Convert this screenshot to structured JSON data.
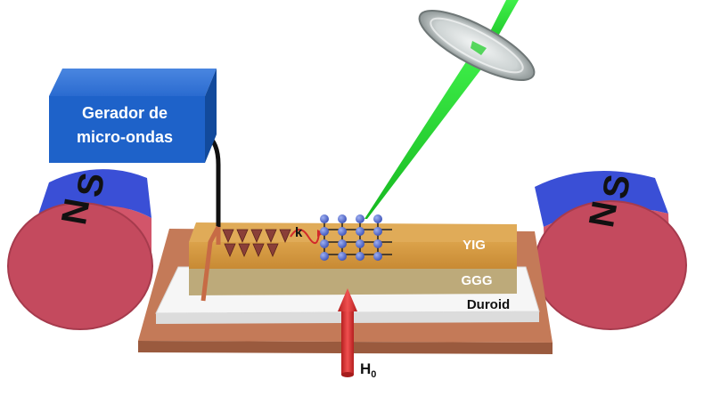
{
  "generator": {
    "line1": "Gerador de",
    "line2": "micro-ondas"
  },
  "magnets": {
    "left": {
      "north": "N",
      "south": "S"
    },
    "right": {
      "north": "N",
      "south": "S"
    }
  },
  "layers": {
    "yig": "YIG",
    "ggg": "GGG",
    "duroid": "Duroid"
  },
  "wavevector": "k",
  "field": {
    "symbol": "H",
    "subscript": "0"
  },
  "colors": {
    "magnet_red": "#d2556a",
    "magnet_blue": "#3a4fd6",
    "generator_blue": "#1e62c9",
    "yig": "#d59a3c",
    "ggg": "#bdaa7a",
    "duroid": "#f6f6f6",
    "copper": "#c47a58",
    "laser": "#1fd12a",
    "arrow_red": "#e23a3a",
    "spin_blue": "#5067c8"
  }
}
